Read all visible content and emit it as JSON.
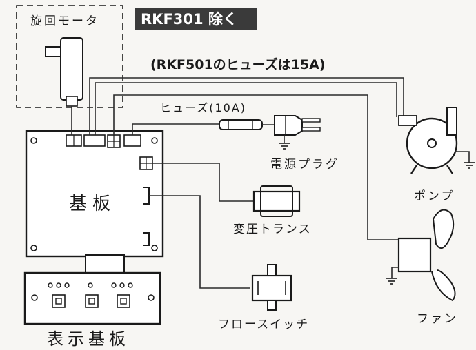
{
  "labels": {
    "motor": "旋回モータ",
    "exclusion_badge": "RKF301 除く",
    "fuse_note": "(RKF501のヒューズは15A)",
    "fuse": "ヒューズ(10A)",
    "power_plug": "電源プラグ",
    "pump": "ポンプ",
    "board": "基板",
    "transformer": "変圧トランス",
    "fan": "ファン",
    "float_switch": "フロースイッチ",
    "display_board": "表示基板"
  },
  "colors": {
    "ink": "#1a1a1a",
    "badge_bg": "#3a3a3a",
    "badge_text": "#ffffff",
    "paper": "#f7f6f3"
  }
}
